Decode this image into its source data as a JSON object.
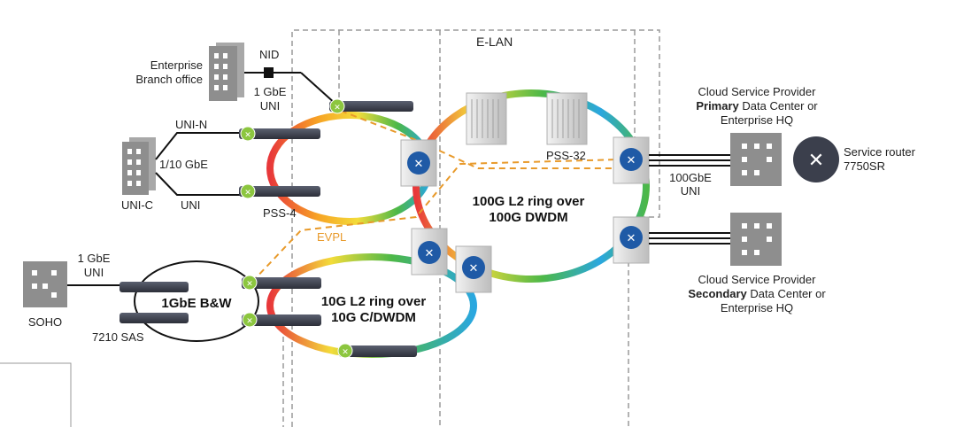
{
  "diagram": {
    "elan_label": "E-LAN",
    "evpl_label": "EVPL",
    "enterprise_branch": {
      "line1": "Enterprise",
      "line2": "Branch office"
    },
    "nid_label": "NID",
    "gbe_uni_top": {
      "line1": "1 GbE",
      "line2": "UNI"
    },
    "uni_n": "UNI-N",
    "uni_link_speed": "1/10 GbE",
    "uni_label": "UNI",
    "uni_c": "UNI-C",
    "pss4": "PSS-4",
    "pss32": "PSS-32",
    "ring_100g": {
      "line1": "100G L2 ring over",
      "line2": "100G DWDM"
    },
    "ring_10g": {
      "line1": "10G L2 ring over",
      "line2": "10G C/DWDM"
    },
    "bw_ring": "1GbE B&W",
    "soho": "SOHO",
    "soho_uni": {
      "line1": "1 GbE",
      "line2": "UNI"
    },
    "sas_7210": "7210 SAS",
    "uni_100gbe": {
      "line1": "100GbE",
      "line2": "UNI"
    },
    "primary_dc": {
      "line1": "Cloud Service Provider",
      "line2_bold": "Primary",
      "line2_rest": " Data Center or",
      "line3": "Enterprise HQ"
    },
    "secondary_dc": {
      "line1": "Cloud Service Provider",
      "line2_bold": "Secondary",
      "line2_rest": " Data Center or",
      "line3": "Enterprise HQ"
    },
    "service_router": {
      "line1": "Service router",
      "line2": "7750SR"
    }
  },
  "colors": {
    "evpl_orange": "#e89a2b",
    "ring_red": "#e8383a",
    "ring_yellow": "#f3dc3a",
    "ring_green": "#4cb848",
    "ring_blue": "#2aa7e0",
    "switch_blue": "#1f5aa6",
    "node_green": "#8cc63f",
    "device_gray": "#8e8e8e",
    "card_dark": "#3b3f4c"
  },
  "icons": [
    "building-icon",
    "switch-icon",
    "router-icon",
    "nid-icon",
    "datacenter-icon",
    "shelf-icon",
    "card-icon"
  ]
}
